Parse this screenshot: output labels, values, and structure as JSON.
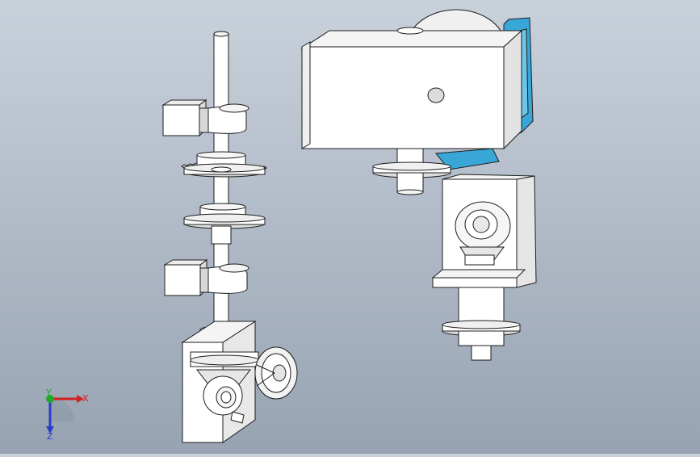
{
  "viewport": {
    "background_top": "#c9d1db",
    "background_bottom": "#97a3b2",
    "part_fill": "#ffffff",
    "part_shade": "#e4e4e4",
    "edge_color": "#1c1c1c",
    "accent_blue": "#38a7d8"
  },
  "triad": {
    "x_label": "X",
    "y_label": "Y",
    "z_label": "Z",
    "x_color": "#d42020",
    "y_color": "#1faa28",
    "z_color": "#2a3dc8"
  },
  "parts": [
    {
      "name": "vertical-shaft-assembly",
      "icon": "shaft-icon"
    },
    {
      "name": "gearbox-motor-assembly",
      "icon": "gearbox-icon"
    },
    {
      "name": "bevel-gear-bracket-assembly",
      "icon": "bracket-icon"
    }
  ]
}
